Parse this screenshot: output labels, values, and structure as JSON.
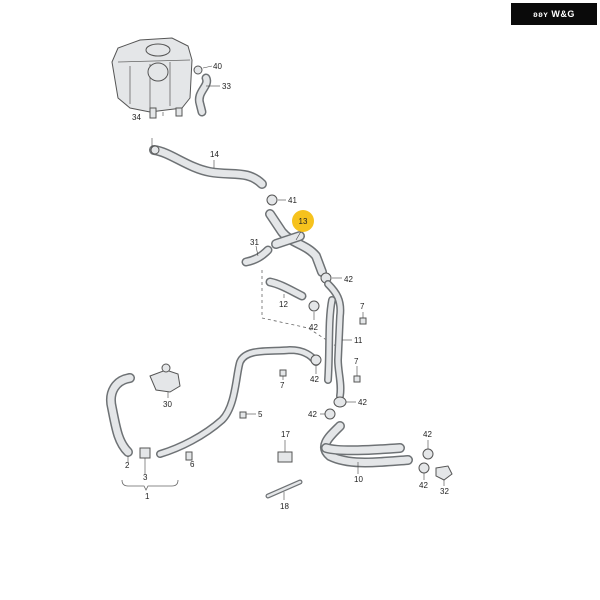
{
  "logo": {
    "text": "W&G",
    "mark": "ʚʚʏ"
  },
  "highlight": {
    "label": "13",
    "color": "#f6c21d"
  },
  "colors": {
    "hose_outline": "#6e7275",
    "hose_fill": "#e4e6e8",
    "text": "#222222"
  },
  "callouts": {
    "p40": "40",
    "p33": "33",
    "p34": "34",
    "p14": "14",
    "p41": "41",
    "p31": "31",
    "p42a": "42",
    "p12": "12",
    "p42b": "42",
    "p7a": "7",
    "p11": "11",
    "p7b": "7",
    "p7c": "7",
    "p42c": "42",
    "p30": "30",
    "p5": "5",
    "p42d": "42",
    "p42e": "42",
    "p17": "17",
    "p6": "6",
    "p2": "2",
    "p3": "3",
    "p1": "1",
    "p18": "18",
    "p10": "10",
    "p42f": "42",
    "p42g": "42",
    "p32": "32"
  }
}
